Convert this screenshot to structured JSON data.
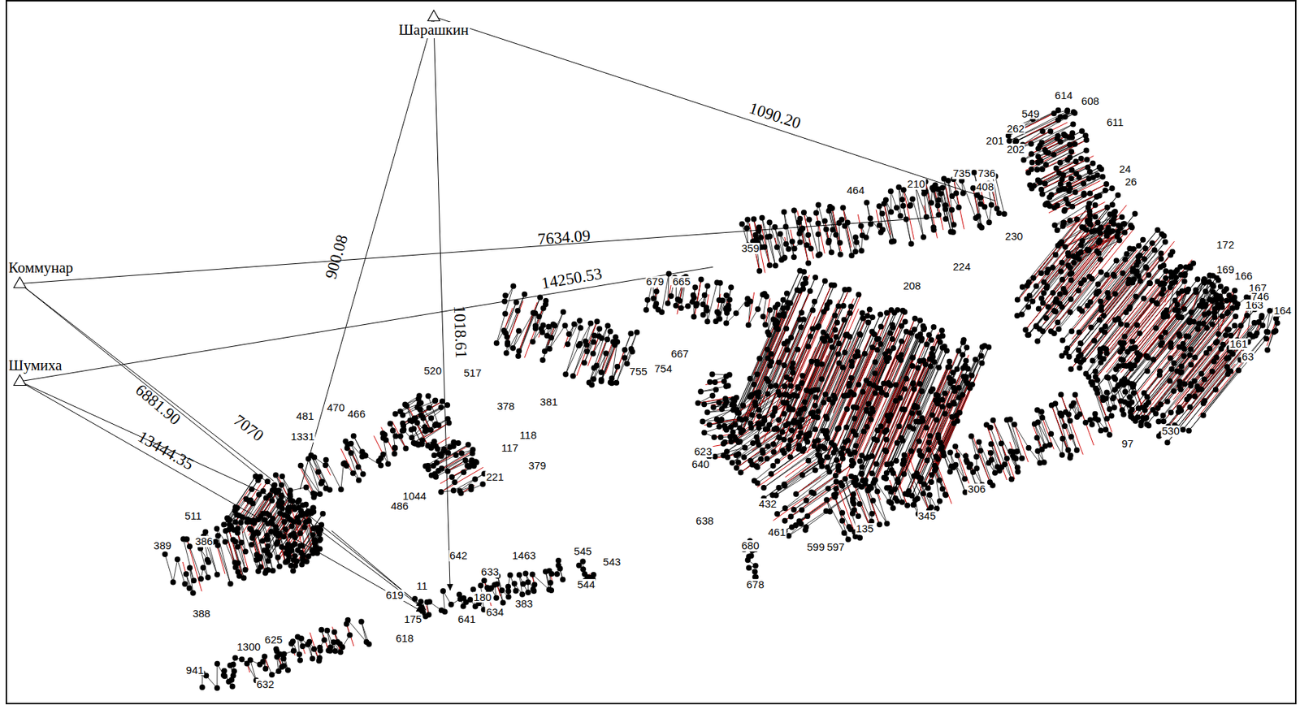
{
  "diagram": {
    "nodes": [
      {
        "text": [
          "Шарашкин"
        ]
      },
      {
        "text": [
          "Коммунар"
        ]
      },
      {
        "text": [
          "Шумиха"
        ]
      }
    ],
    "labels": [
      "1090.20",
      "7634.09",
      "14250.53",
      "900.08",
      "1018.61",
      "6881.90",
      "7070",
      "13444.35",
      "614",
      "608",
      "549",
      "262",
      "201",
      "202",
      "611",
      "24",
      "26",
      "735",
      "736",
      "408",
      "464",
      "210",
      "224",
      "230",
      "359",
      "679",
      "665",
      "208",
      "163",
      "164",
      "166",
      "167",
      "746",
      "172",
      "169",
      "161",
      "63",
      "530",
      "97",
      "306",
      "345",
      "135",
      "599",
      "597",
      "680",
      "678",
      "638",
      "623",
      "640",
      "432",
      "461",
      "755",
      "754",
      "667",
      "520",
      "517",
      "378",
      "381",
      "118",
      "117",
      "379",
      "221",
      "470",
      "466",
      "481",
      "1331",
      "486",
      "511",
      "389",
      "386",
      "388",
      "642",
      "619",
      "11",
      "641",
      "634",
      "633",
      "383",
      "1463",
      "545",
      "543",
      "544",
      "618",
      "625",
      "1300",
      "632",
      "941",
      "180",
      "1044",
      "175"
    ]
  }
}
